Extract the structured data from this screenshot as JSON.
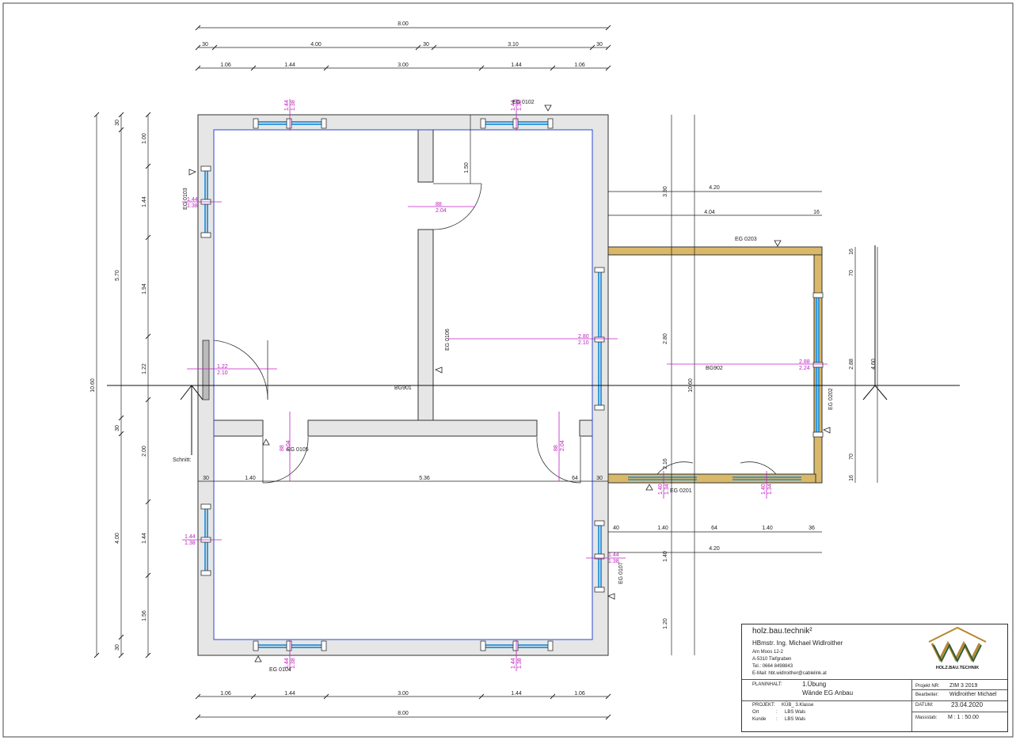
{
  "drawing": {
    "overall_width_top": "8.00",
    "overall_width_bottom": "8.00",
    "top_row2": [
      "30",
      "4.00",
      "30",
      "3.10",
      "30"
    ],
    "top_row3": [
      "1.06",
      "1.44",
      "3.00",
      "1.44",
      "1.06"
    ],
    "bottom_row": [
      "1.06",
      "1.44",
      "3.00",
      "1.44",
      "1.06"
    ],
    "left_outer": "10.60",
    "left_mid": [
      "30",
      "5.70",
      "30",
      "4.00",
      "30"
    ],
    "left_inner": [
      "1.00",
      "1.44",
      "1.94",
      "1.22",
      "2.00",
      "1.44",
      "1.56"
    ],
    "right_dims": {
      "d420": "4.20",
      "d404": "4.04",
      "d16a": "16",
      "d390": "3.90",
      "d150": "1.50",
      "d280": "2.80",
      "d1060": "10.60",
      "d460": "4.60",
      "d288": "2.88",
      "d16b": "16",
      "d70a": "70",
      "d70b": "70",
      "d16c": "16",
      "row_b": [
        "40",
        "1.40",
        "64",
        "1.40",
        "36"
      ],
      "d420b": "4.20",
      "d140": "1.40",
      "d120": "1.20",
      "d216": "2.16"
    },
    "internal_dims": [
      "30",
      "1.40",
      "5.36",
      "64",
      "30"
    ],
    "openings": {
      "top_left": [
        "1.44",
        "1.38"
      ],
      "top_right": [
        "1.44",
        "1.38"
      ],
      "left_upper": [
        "1.44",
        "1.38"
      ],
      "left_door": [
        "1.22",
        "2.10"
      ],
      "left_lower": [
        "1.44",
        "1.38"
      ],
      "inner_door": [
        "88",
        "2.04"
      ],
      "door_0105": [
        "88",
        "2.04"
      ],
      "door_right_int": [
        "88",
        "2.04"
      ],
      "bottom_left": [
        "1.44",
        "1.38"
      ],
      "bottom_right": [
        "1.44",
        "1.38"
      ],
      "right_lower": [
        "1.44",
        "1.38"
      ],
      "connect": [
        "2.80",
        "2.10"
      ],
      "annex_right": [
        "2.88",
        "2.24"
      ],
      "annex_bottom_l": [
        "1.40",
        "1.34"
      ],
      "annex_bottom_r": [
        "1.40",
        "1.34"
      ]
    },
    "labels": {
      "eg0102": "EG 0102",
      "eg0103": "EG 0103",
      "eg0104": "EG 0104",
      "eg0105": "EG 0105",
      "eg0106": "EG 0106",
      "eg0107": "EG 0107",
      "eg0201": "EG 0201",
      "eg0202": "EG 0202",
      "eg0203": "EG 0203",
      "bg901": "BG901",
      "bg902": "BG902",
      "schnitt": "Schnitt:"
    }
  },
  "titleblock": {
    "company": "holz.bau.technik²",
    "person": "HBmstr. Ing. Michael Widlroither",
    "address1": "Am Moos 12-2",
    "address2": "A-5310 Tiefgraben",
    "phone": "Tel.: 0664 8498843",
    "email": "E-Mail: hbt.widlroither@cablelink.at",
    "logo_text": "HOLZ.BAU.TECHNIK",
    "plan_label": "PLANINHALT:",
    "plan_line1": "1.Übung",
    "plan_line2": "Wände EG Anbau",
    "projnr_label": "Projekt NR:",
    "projnr": "ZIM 3 2019",
    "bearb_label": "Bearbeiter:",
    "bearb": "Widlroither Michael",
    "projekt_label": "PROJEKT:",
    "projekt": "KÜB_ 3.Klasse",
    "ort_label": "Ort",
    "ort": "LBS Wals",
    "kunde_label": "Kunde",
    "kunde": "LBS Wals",
    "datum_label": "DATUM:",
    "datum": "23.04.2020",
    "massstab_label": "Massstab:",
    "massstab": "M : 1 : 50.00"
  },
  "colors": {
    "wall": "#e6e6e6",
    "annex_wall": "#d9b86a",
    "window": "#3a9ad9",
    "dim_mag": "#c020c0",
    "logo_gold": "#b8862e",
    "logo_green": "#2f5d3a"
  }
}
